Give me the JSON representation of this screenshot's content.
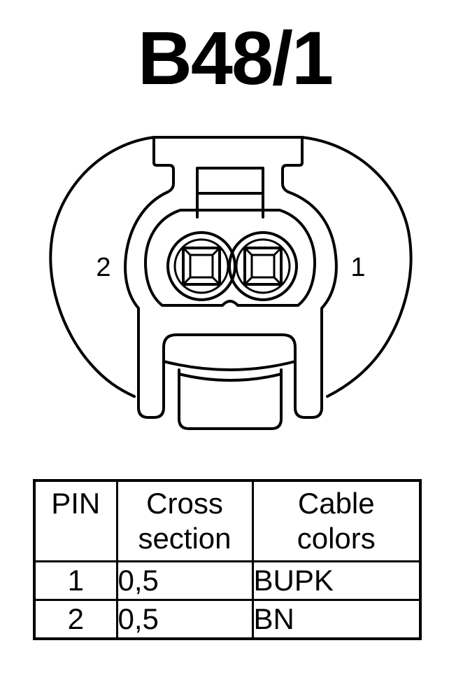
{
  "title": "B48/1",
  "connector": {
    "pin_labels": {
      "left": "2",
      "right": "1"
    }
  },
  "table": {
    "headers": {
      "pin": "PIN",
      "cross_line1": "Cross",
      "cross_line2": "section",
      "color_line1": "Cable",
      "color_line2": "colors"
    },
    "rows": [
      {
        "pin": "1",
        "cross_section": "0,5",
        "cable_color": "BUPK"
      },
      {
        "pin": "2",
        "cross_section": "0,5",
        "cable_color": "BN"
      }
    ]
  }
}
